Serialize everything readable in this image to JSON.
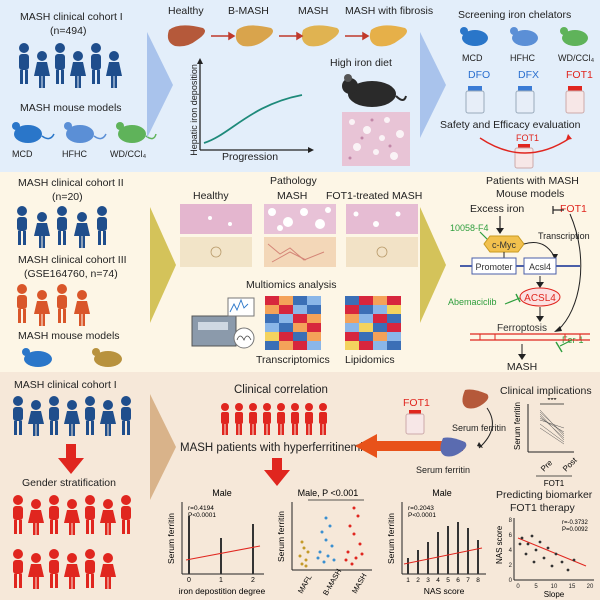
{
  "row1": {
    "cohort1_title": "MASH clinical cohort I",
    "cohort1_n": "(n=494)",
    "mouse_models_title": "MASH mouse models",
    "mouse_labels": [
      "MCD",
      "HFHC",
      "WD/CCl₄"
    ],
    "progression_stages": [
      "Healthy",
      "B-MASH",
      "MASH",
      "MASH with fibrosis"
    ],
    "yaxis_label": "Hepatic iron deposition",
    "xaxis_label": "Progression",
    "diet_label": "High iron diet",
    "screening_title": "Screening iron chelators",
    "screening_models": [
      "MCD",
      "HFHC",
      "WD/CCl₄"
    ],
    "chelators": [
      "DFO",
      "DFX",
      "FOT1"
    ],
    "safety_label": "Safety and Efficacy evaluation",
    "fot1_label": "FOT1"
  },
  "row2": {
    "cohort2_title": "MASH clinical cohort II",
    "cohort2_n": "(n=20)",
    "cohort3_title": "MASH clinical cohort III",
    "cohort3_n": "(GSE164760, n=74)",
    "mouse_models_title": "MASH mouse models",
    "pathology_title": "Pathology",
    "pathology_labels": [
      "Healthy",
      "MASH",
      "FOT1-treated MASH"
    ],
    "multiomics_label": "Multiomics analysis",
    "transcriptomics_label": "Transcriptomics",
    "lipidomics_label": "Lipidomics",
    "mech_title_1": "Patients with MASH",
    "mech_title_2": "Mouse models",
    "excess_iron": "Excess iron",
    "fot1": "FOT1",
    "inhibitor_1": "10058-F4",
    "cmyc": "c-Myc",
    "transcription": "Transcription",
    "promoter": "Promoter",
    "acsl4_gene": "Acsl4",
    "acsl4_protein": "ACSL4",
    "abemaciclib": "Abemaciclib",
    "ferroptosis": "Ferroptosis",
    "fer1": "Fer-1",
    "mash": "MASH"
  },
  "row3": {
    "cohort1_title": "MASH clinical cohort I",
    "gender_label": "Gender stratification",
    "clinical_correlation": "Clinical correlation",
    "hyperferritinemia": "MASH patients with hyperferritinemia",
    "fot1": "FOT1",
    "serum_ferritin_1": "Serum ferritin",
    "serum_ferritin_2": "Serum ferritin",
    "clinical_implications": "Clinical implications",
    "predicting_1": "Predicting biomarker",
    "predicting_2": "FOT1 therapy",
    "plot1": {
      "title": "Male",
      "stat_r": "r=0.4194",
      "stat_p": "P<0.0001",
      "xlabel": "iron depostition degree",
      "ylabel": "Serum ferritin",
      "ticks": [
        "0",
        "1",
        "2"
      ]
    },
    "plot2": {
      "title": "Male, P <0.001",
      "ylabel": "Serum ferritin",
      "categories": [
        "MAFL",
        "B-MASH",
        "MASH"
      ]
    },
    "plot3": {
      "title": "Male",
      "stat_r": "r=0.2043",
      "stat_p": "P<0.0001",
      "xlabel": "NAS score",
      "ylabel": "Serum ferritin",
      "ticks": [
        "1",
        "2",
        "3",
        "4",
        "5",
        "6",
        "7",
        "8"
      ]
    },
    "plot4": {
      "ylabel": "Serum ferritin",
      "categories": [
        "Pre",
        "Post"
      ],
      "group": "FOT1",
      "sig": "***"
    },
    "plot5": {
      "ylabel": "NAS score",
      "xlabel": "Slope",
      "stat_r": "r=-0.3732",
      "stat_p": "P=0.0092",
      "yticks": [
        "0",
        "2",
        "4",
        "6",
        "8"
      ],
      "xticks": [
        "0",
        "5",
        "10",
        "15",
        "20"
      ]
    }
  },
  "colors": {
    "band1": "#e3eefa",
    "band2": "#fdf6e6",
    "band3": "#f6e8d9",
    "person_blue": "#1f4e8c",
    "person_orange": "#d9562a",
    "person_red": "#e0261f",
    "arrow1": "#a9c3ec",
    "arrow2": "#d4c35a",
    "arrow3": "#d9b38a"
  }
}
